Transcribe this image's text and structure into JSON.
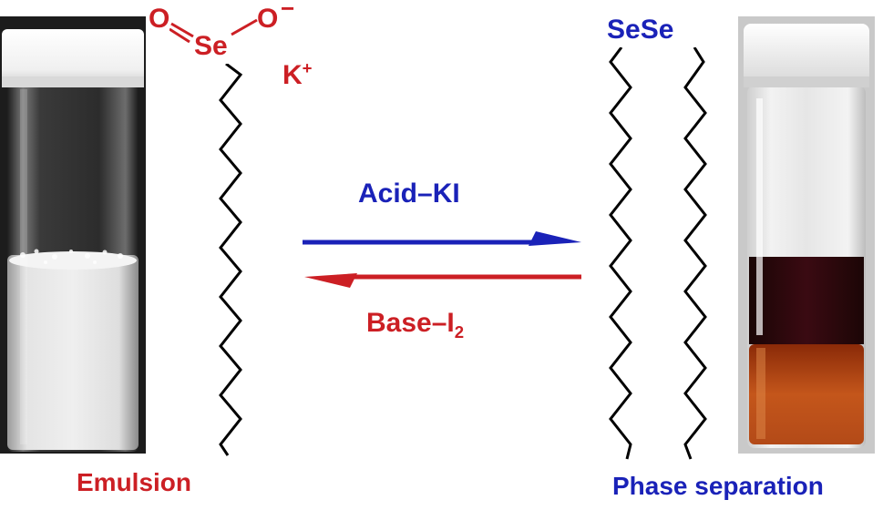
{
  "left": {
    "structure": {
      "atom_o1": "O",
      "atom_se": "Se",
      "atom_o2": "O",
      "charge_minus": "−",
      "counterion": "K",
      "counterion_charge": "+"
    },
    "caption": "Emulsion"
  },
  "right": {
    "structure": {
      "label": "SeSe"
    },
    "caption": "Phase separation"
  },
  "forward_reaction": {
    "label": "Acid–KI",
    "color": "#1a22b8"
  },
  "reverse_reaction": {
    "label_main": "Base–I",
    "label_sub": "2",
    "color": "#cc1f24"
  },
  "vials": {
    "left": {
      "content": "emulsion (white, opaque)"
    },
    "right": {
      "content": "two layers: dark purple over orange-brown"
    }
  }
}
